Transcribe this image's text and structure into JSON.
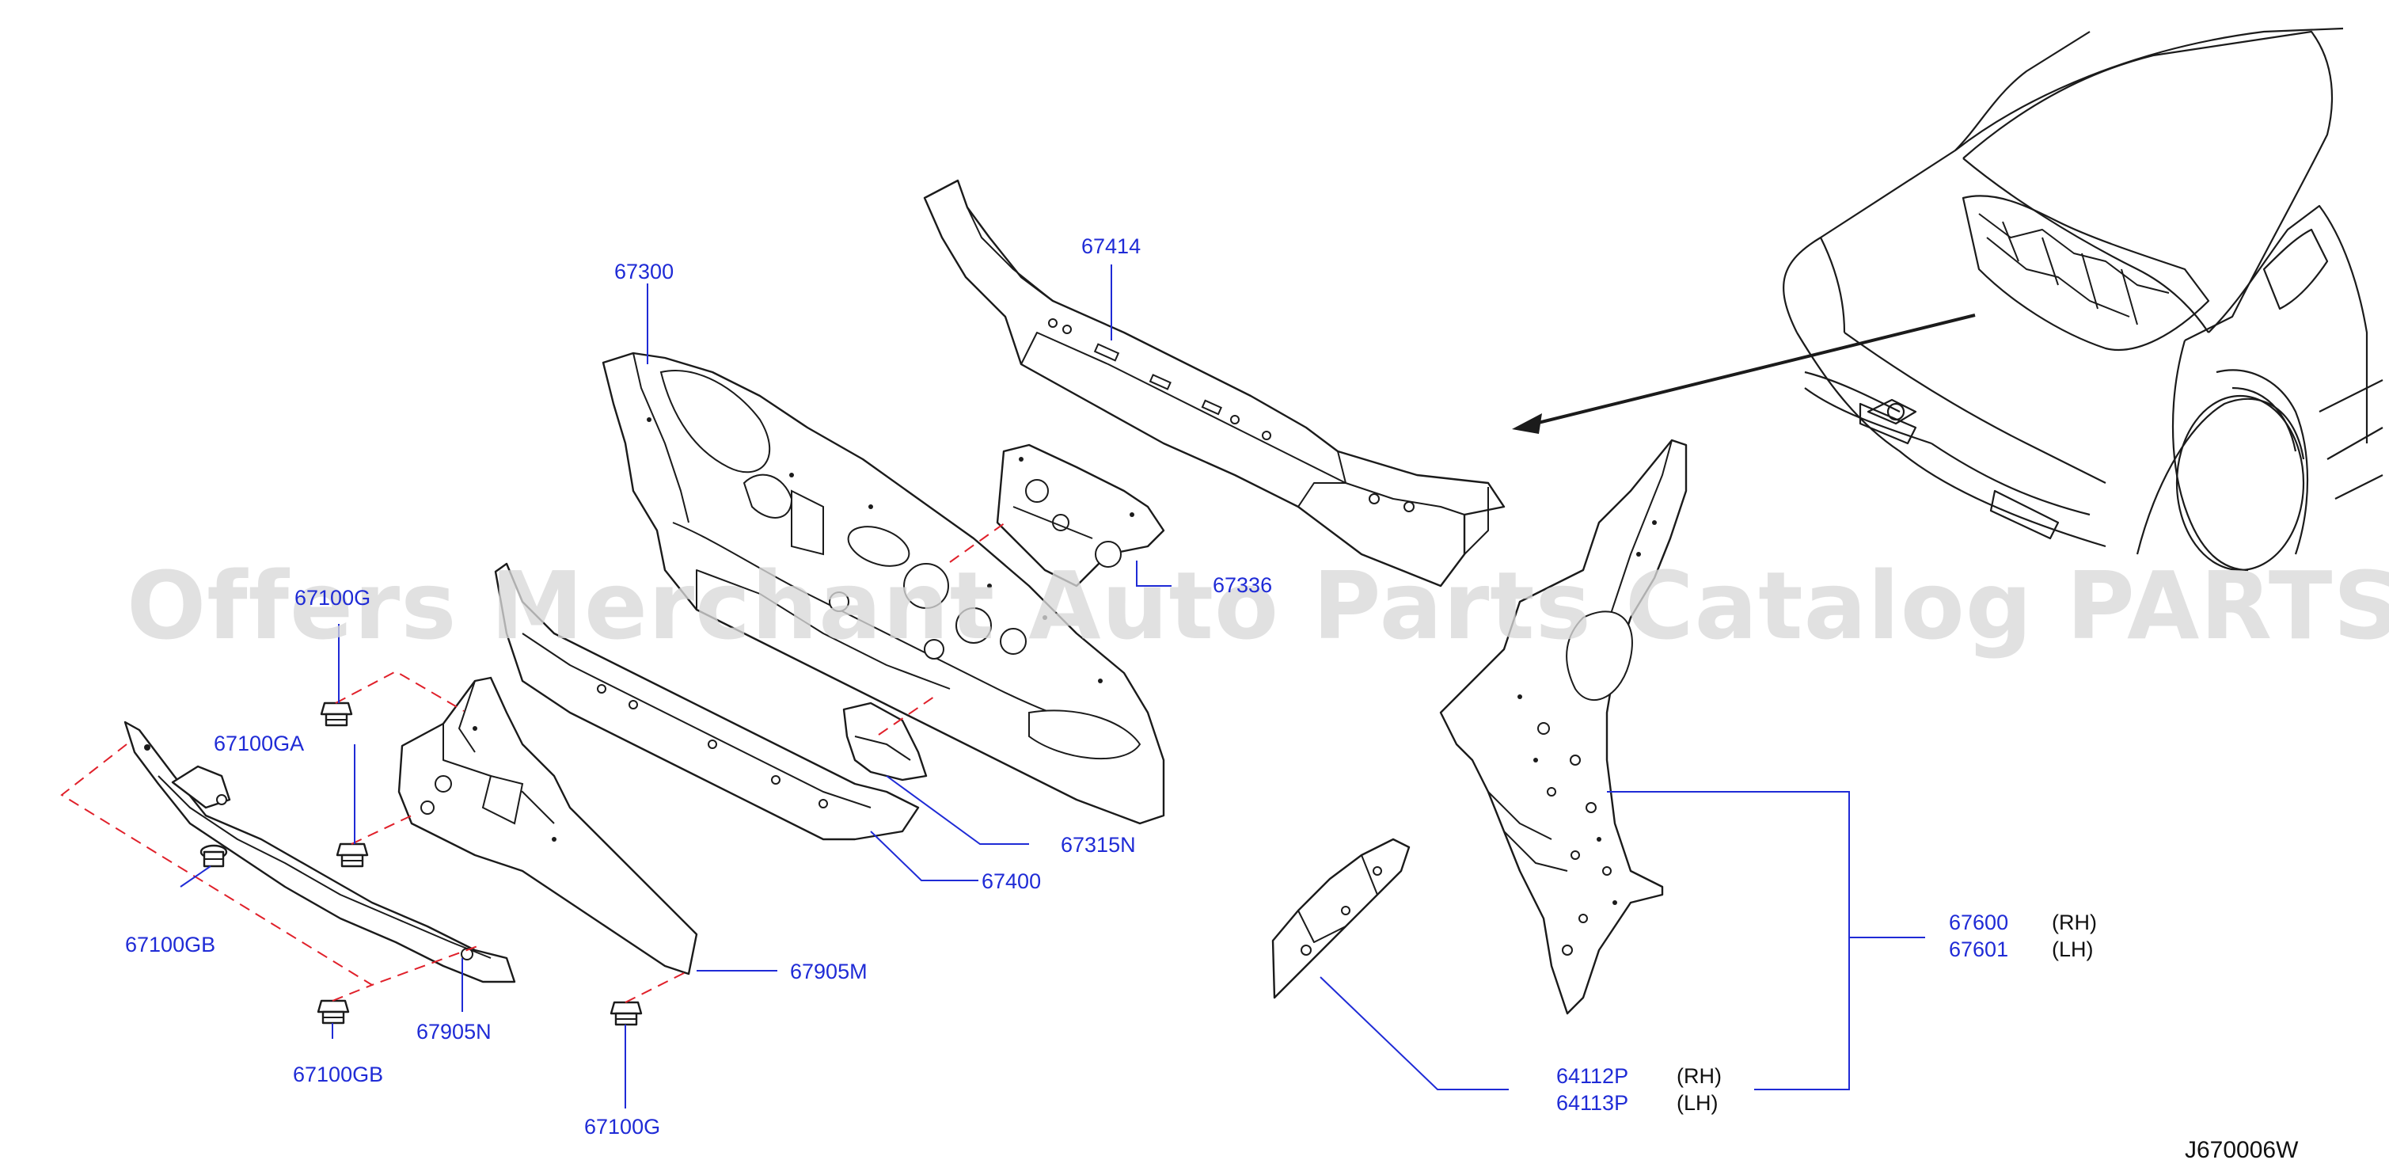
{
  "watermark": "Offers Merchant Auto Parts Catalog PARTSTORE.SA",
  "diagram_code": "J670006W",
  "labels": {
    "p67300": "67300",
    "p67414": "67414",
    "p67336": "67336",
    "p67315N": "67315N",
    "p67400": "67400",
    "p67905M": "67905M",
    "p67905N": "67905N",
    "p67100G_top": "67100G",
    "p67100GA": "67100GA",
    "p67100GB_left": "67100GB",
    "p67100GB_bottom": "67100GB",
    "p67100G_bottom": "67100G",
    "p67600": "67600",
    "p67600_side": "(RH)",
    "p67601": "67601",
    "p67601_side": "(LH)",
    "p64112P": "64112P",
    "p64112P_side": "(RH)",
    "p64113P": "64113P",
    "p64113P_side": "(LH)"
  },
  "colors": {
    "label": "#1f2bd6",
    "leader": "#1f2bd6",
    "dashed_guide": "#e0202a",
    "outline": "#1b1b1b",
    "watermark": "#d9d9d9"
  }
}
